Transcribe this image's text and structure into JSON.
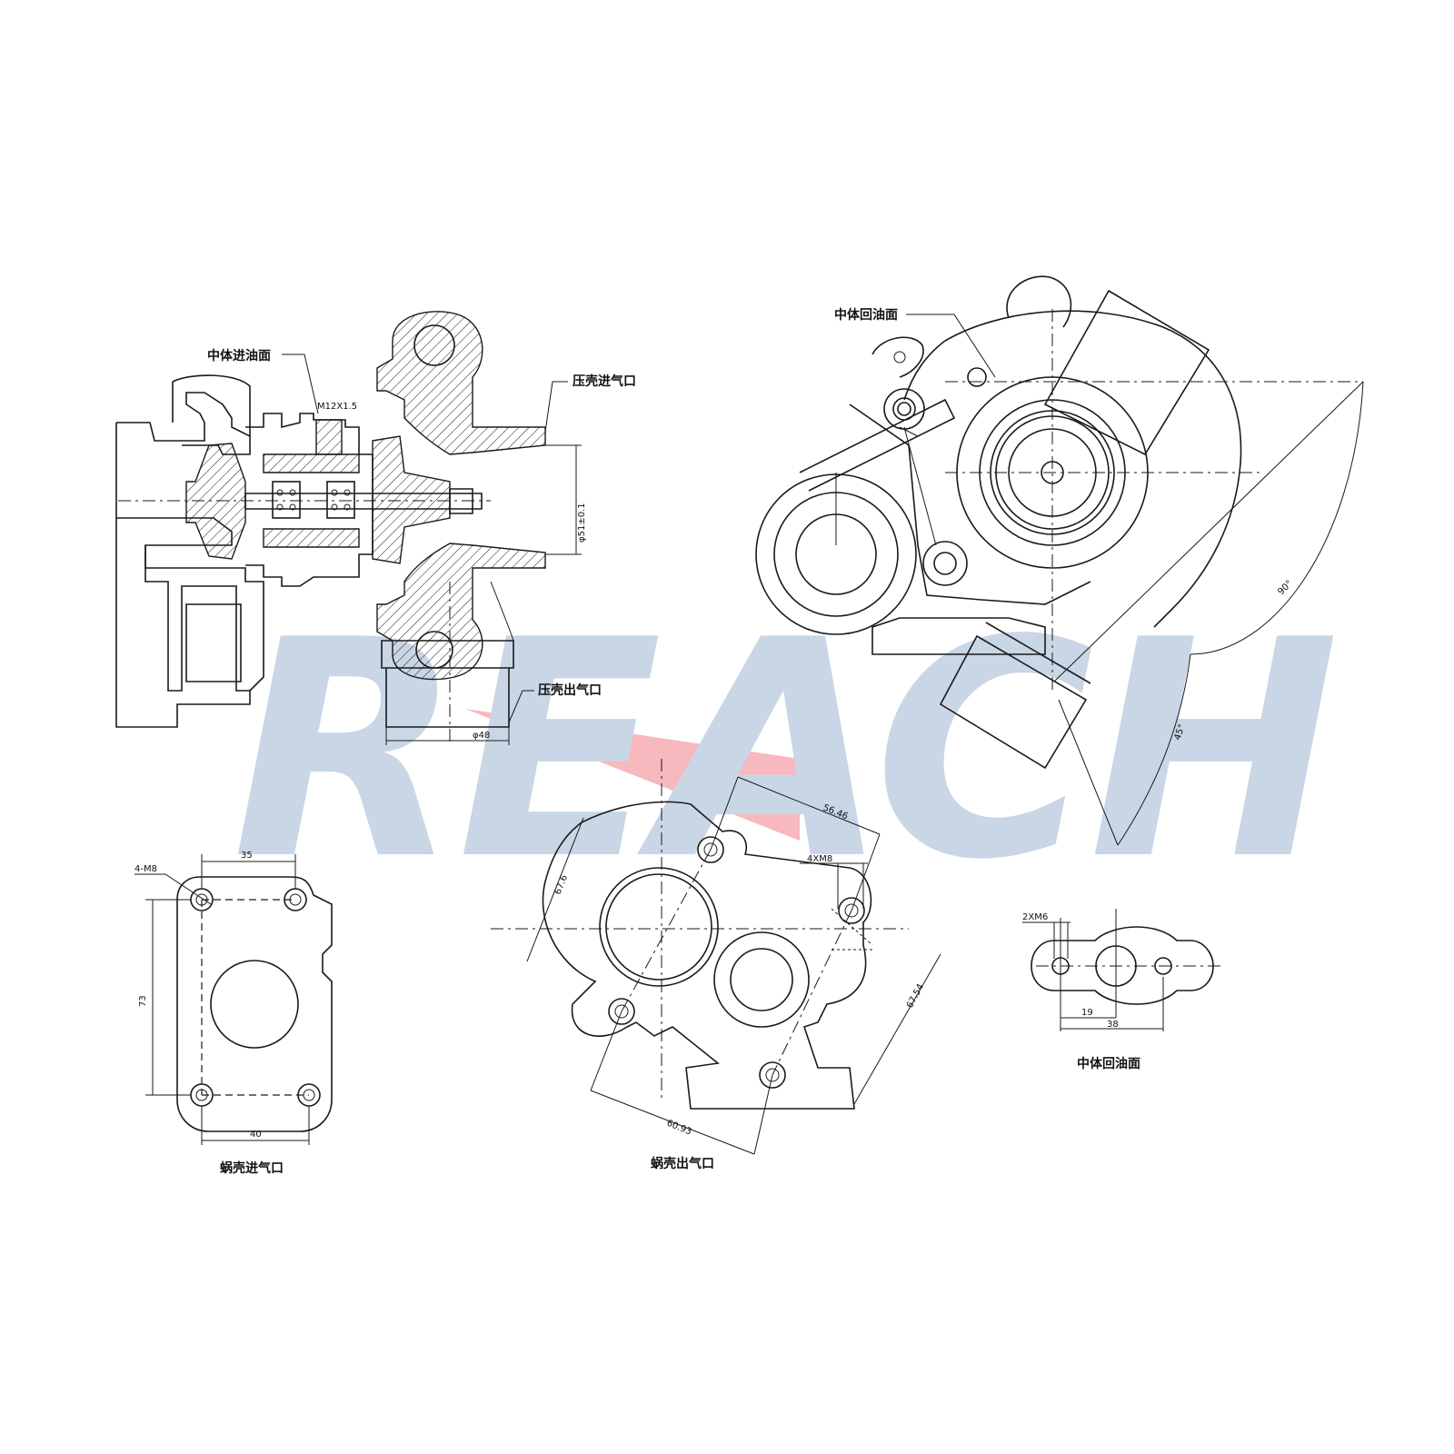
{
  "watermark": {
    "text": "REACH",
    "fill_color": "#c9d6e6",
    "accent_color": "#f4a0a8"
  },
  "labels": {
    "center_oil_inlet_face": "中体进油面",
    "compressor_inlet": "压壳进气口",
    "compressor_outlet": "压壳出气口",
    "center_oil_return_face_top": "中体回油面",
    "turbine_inlet": "蜗壳进气口",
    "turbine_outlet": "蜗壳出气口",
    "center_oil_return_face_bottom": "中体回油面"
  },
  "dimensions": {
    "thread": "M12X1.5",
    "compressor_inlet_dia": "φ51±0.1",
    "compressor_outlet_dia": "φ48",
    "angle_90": "90°",
    "angle_45": "45°",
    "inlet_holes": "4-M8",
    "inlet_width_top": "35",
    "inlet_height": "73",
    "inlet_width_bottom": "40",
    "outlet_56": "56.46",
    "outlet_holes": "4XM8",
    "outlet_67_6": "67.6",
    "outlet_67_54": "67.54",
    "outlet_60_93": "60.93",
    "oil_holes": "2XM6",
    "oil_19": "19",
    "oil_38": "38"
  }
}
